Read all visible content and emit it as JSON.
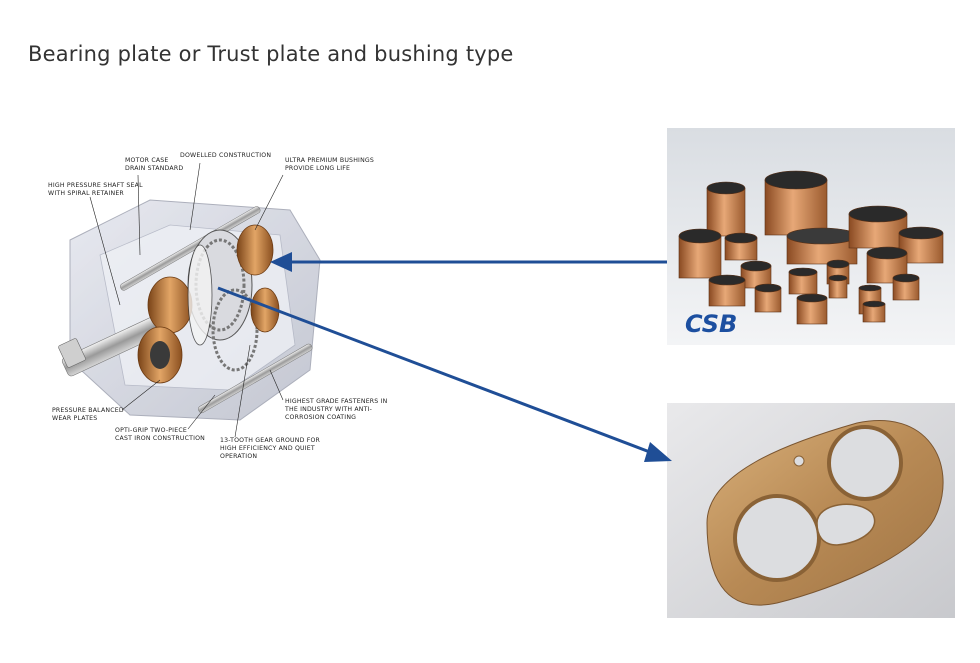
{
  "title": "Bearing plate or Trust plate and bushing type",
  "callouts": {
    "motor_case_1": "MOTOR CASE",
    "motor_case_2": "DRAIN STANDARD",
    "dowelled": "DOWELLED CONSTRUCTION",
    "ultra_1": "ULTRA PREMIUM BUSHINGS",
    "ultra_2": "PROVIDE LONG LIFE",
    "shaft_seal_1": "HIGH PRESSURE SHAFT SEAL",
    "shaft_seal_2": "WITH SPIRAL RETAINER",
    "pressure_1": "PRESSURE BALANCED",
    "pressure_2": "WEAR PLATES",
    "optigrip_1": "OPTI-GRIP TWO-PIECE",
    "optigrip_2": "CAST IRON CONSTRUCTION",
    "tooth_1": "13-TOOTH GEAR GROUND FOR",
    "tooth_2": "HIGH EFFICIENCY AND QUIET",
    "tooth_3": "OPERATION",
    "fasteners_1": "HIGHEST GRADE FASTENERS IN",
    "fasteners_2": "THE INDUSTRY WITH ANTI-",
    "fasteners_3": "CORROSION COATING"
  },
  "logo_text": "CSB",
  "colors": {
    "arrow": "#1f4e96",
    "bronze": "#b87333",
    "logo": "#1c4fa0"
  },
  "icons": {
    "arrow_to_bushings": "arrow-icon",
    "arrow_to_plate": "arrow-icon"
  }
}
